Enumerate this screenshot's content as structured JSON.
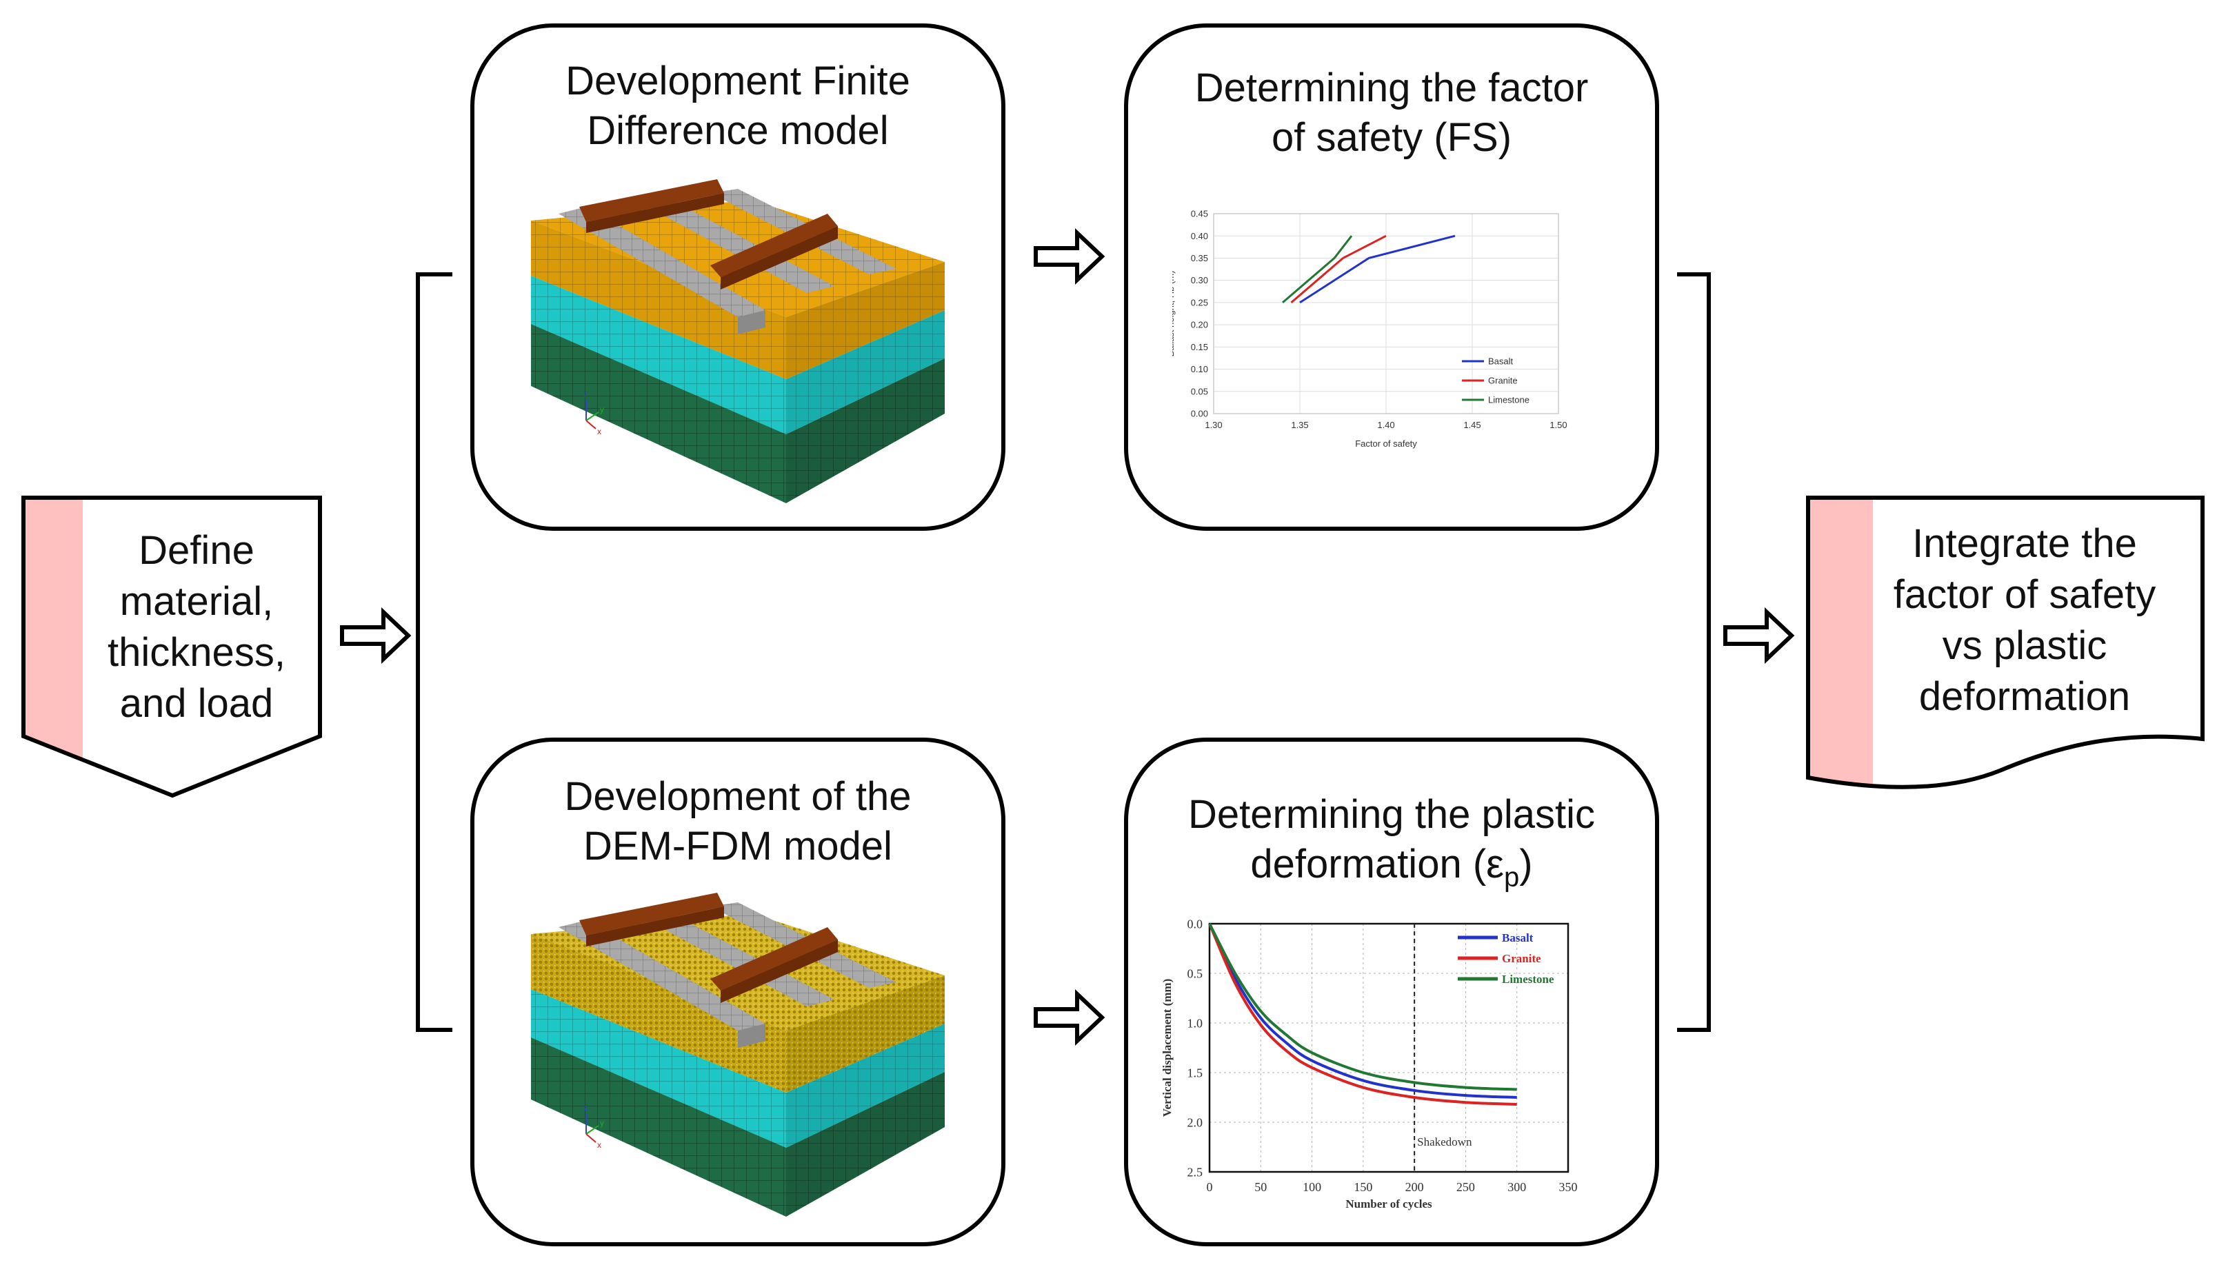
{
  "input_box": {
    "lines": [
      "Define",
      "material,",
      "thickness,",
      "and load"
    ]
  },
  "output_box": {
    "lines": [
      "Integrate the",
      "factor of safety",
      "vs plastic",
      "deformation"
    ]
  },
  "fdm_box": {
    "title_lines": [
      "Development Finite",
      "Difference model"
    ]
  },
  "demfdm_box": {
    "title_lines": [
      "Development of the",
      "DEM-FDM model"
    ]
  },
  "fs_box": {
    "title_lines": [
      "Determining the factor",
      "of safety (FS)"
    ]
  },
  "pd_box": {
    "title_line1": "Determining the plastic",
    "title_line2_prefix": "deformation (ε",
    "title_line2_sub": "p",
    "title_line2_suffix": ")"
  },
  "axes_triad": {
    "x": "x",
    "y": "y",
    "z": "z"
  },
  "colors": {
    "ballast": "#e8a40a",
    "subballast": "#1fc6c6",
    "subgrade": "#1f6b45",
    "sleeper": "#8b3a0e",
    "rail": "#a9a9a9",
    "input_stripe": "#ffc0c0",
    "basalt": "#2233cc",
    "granite": "#dd2222",
    "limestone": "#227733"
  },
  "chart_data": [
    {
      "type": "line",
      "xlabel": "Factor of safety",
      "ylabel": "Ballast height, Hb (m)",
      "xlim": [
        1.3,
        1.5
      ],
      "ylim": [
        0.0,
        0.45
      ],
      "x_ticks": [
        "1.30",
        "1.35",
        "1.40",
        "1.45",
        "1.50"
      ],
      "y_ticks": [
        "0.00",
        "0.05",
        "0.10",
        "0.15",
        "0.20",
        "0.25",
        "0.30",
        "0.35",
        "0.40",
        "0.45"
      ],
      "grid": true,
      "legend": "bottom-right",
      "series": [
        {
          "name": "Basalt",
          "color": "#2233cc",
          "points": [
            [
              1.35,
              0.25
            ],
            [
              1.39,
              0.35
            ],
            [
              1.44,
              0.4
            ]
          ]
        },
        {
          "name": "Granite",
          "color": "#dd2222",
          "points": [
            [
              1.345,
              0.25
            ],
            [
              1.375,
              0.35
            ],
            [
              1.4,
              0.4
            ]
          ]
        },
        {
          "name": "Limestone",
          "color": "#227733",
          "points": [
            [
              1.34,
              0.25
            ],
            [
              1.37,
              0.35
            ],
            [
              1.38,
              0.4
            ]
          ]
        }
      ]
    },
    {
      "type": "line",
      "xlabel": "Number of cycles",
      "ylabel": "Vertical displacement (mm)",
      "xlim": [
        0,
        350
      ],
      "ylim": [
        0.0,
        2.5
      ],
      "y_inverted": true,
      "x_ticks": [
        "0",
        "50",
        "100",
        "150",
        "200",
        "250",
        "300",
        "350"
      ],
      "y_ticks": [
        "0.0",
        "0.5",
        "1.0",
        "1.5",
        "2.0",
        "2.5"
      ],
      "grid": true,
      "legend": "top-right",
      "annotation": {
        "label": "Shakedown",
        "x": 200
      },
      "series": [
        {
          "name": "Basalt",
          "color": "#2233cc",
          "points": [
            [
              0,
              0.0
            ],
            [
              25,
              0.55
            ],
            [
              50,
              0.95
            ],
            [
              75,
              1.2
            ],
            [
              100,
              1.38
            ],
            [
              150,
              1.58
            ],
            [
              200,
              1.68
            ],
            [
              250,
              1.73
            ],
            [
              300,
              1.75
            ]
          ]
        },
        {
          "name": "Granite",
          "color": "#dd2222",
          "points": [
            [
              0,
              0.0
            ],
            [
              25,
              0.6
            ],
            [
              50,
              1.02
            ],
            [
              75,
              1.28
            ],
            [
              100,
              1.45
            ],
            [
              150,
              1.65
            ],
            [
              200,
              1.75
            ],
            [
              250,
              1.8
            ],
            [
              300,
              1.82
            ]
          ]
        },
        {
          "name": "Limestone",
          "color": "#227733",
          "points": [
            [
              0,
              0.0
            ],
            [
              25,
              0.5
            ],
            [
              50,
              0.88
            ],
            [
              75,
              1.12
            ],
            [
              100,
              1.3
            ],
            [
              150,
              1.5
            ],
            [
              200,
              1.6
            ],
            [
              250,
              1.65
            ],
            [
              300,
              1.67
            ]
          ]
        }
      ]
    }
  ]
}
